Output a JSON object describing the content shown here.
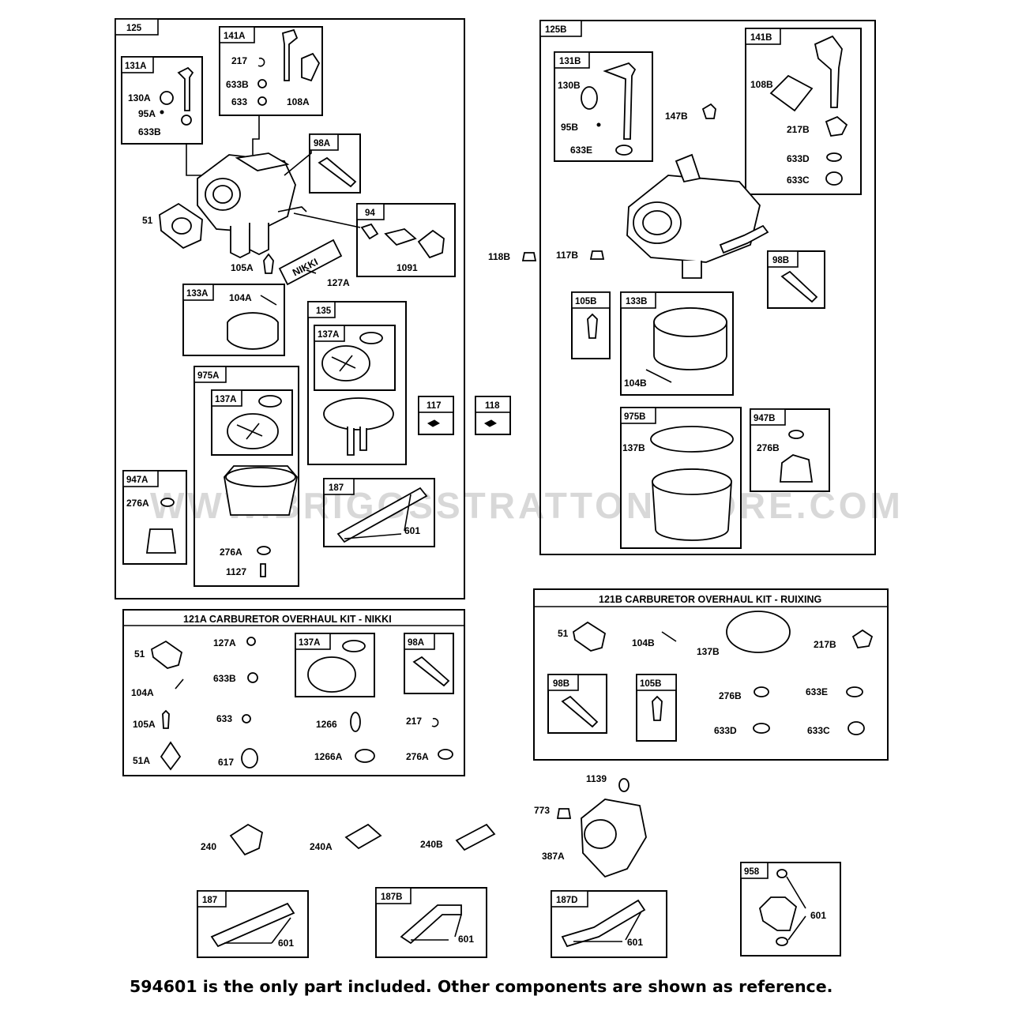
{
  "panels": {
    "p125": "125",
    "p141a": "141A",
    "p131a": "131A",
    "p98a": "98A",
    "p94": "94",
    "p133a": "133A",
    "p135": "135",
    "p137a_in135": "137A",
    "p975a": "975A",
    "p137a_in975a": "137A",
    "p947a": "947A",
    "p117": "117",
    "p118": "118",
    "p187_top": "187",
    "p125b": "125B",
    "p131b": "131B",
    "p141b": "141B",
    "p98b": "98B",
    "p105b": "105B",
    "p133b": "133B",
    "p975b": "975B",
    "p947b": "947B",
    "p121a": "121A CARBURETOR OVERHAUL KIT - NIKKI",
    "p121a_137a": "137A",
    "p121a_98a": "98A",
    "p121b": "121B CARBURETOR OVERHAUL KIT - RUIXING",
    "p121b_98b": "98B",
    "p121b_105b": "105B",
    "p187": "187",
    "p187b": "187B",
    "p187d": "187D",
    "p958": "958"
  },
  "labels": {
    "l217_141a": "217",
    "l633b_141a": "633B",
    "l633_141a": "633",
    "l108a": "108A",
    "l130a": "130A",
    "l95a": "95A",
    "l633b_131a": "633B",
    "l51": "51",
    "l105a": "105A",
    "l127a": "127A",
    "l1091": "1091",
    "l104a": "104A",
    "l276a_947a": "276A",
    "l276a_975a": "276A",
    "l1127": "1127",
    "l601_187top": "601",
    "l130b": "130B",
    "l95b": "95B",
    "l633e_131b": "633E",
    "l147b": "147B",
    "l108b": "108B",
    "l217b_141b": "217B",
    "l633d_141b": "633D",
    "l633c_141b": "633C",
    "l118b": "118B",
    "l117b": "117B",
    "l104b": "104B",
    "l137b": "137B",
    "l276b": "276B",
    "k_51": "51",
    "k_127a": "127A",
    "k_633b": "633B",
    "k_104a": "104A",
    "k_105a": "105A",
    "k_633": "633",
    "k_1266": "1266",
    "k_217": "217",
    "k_51a": "51A",
    "k_617": "617",
    "k_1266a": "1266A",
    "k_276a": "276A",
    "kb_51": "51",
    "kb_104b": "104B",
    "kb_137b": "137B",
    "kb_217b": "217B",
    "kb_276b": "276B",
    "kb_633e": "633E",
    "kb_633d": "633D",
    "kb_633c": "633C",
    "l1139": "1139",
    "l773": "773",
    "l387a": "387A",
    "l240": "240",
    "l240a": "240A",
    "l240b": "240B",
    "l601_187": "601",
    "l601_187b": "601",
    "l601_187d": "601",
    "l601_958": "601"
  },
  "nikki_text": "NIKKI",
  "watermark": "WWW.BRIGGSSTRATTONSTORE.COM",
  "footer_note": "594601 is the only part included. Other components are shown as reference."
}
